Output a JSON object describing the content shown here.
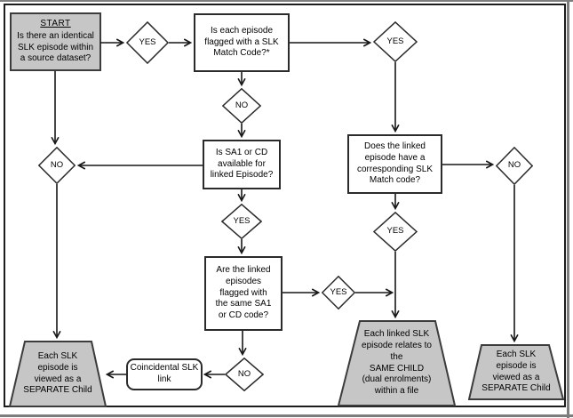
{
  "colors": {
    "canvas_bg": "#ffffff",
    "frame_border": "#1c1c1c",
    "page_edge": "#7d7d7d",
    "shape_fill": "#c6c6c6",
    "shape_border": "#3c3c3c",
    "box_border": "#2b2b2b",
    "line": "#161616",
    "text": "#000000"
  },
  "nodes": {
    "start": {
      "title": "START",
      "body": "Is there an identical\nSLK episode within\na source dataset?"
    },
    "q_flagged": {
      "text": "Is each episode\nflagged with a SLK\nMatch Code?*"
    },
    "q_sa1": {
      "text": "Is SA1 or CD\navailable for\nlinked Episode?"
    },
    "q_linked_match": {
      "text": "Does the linked\nepisode have a\ncorresponding SLK\nMatch code?"
    },
    "q_same_code": {
      "text": "Are the linked\nepisodes\nflagged with\nthe same SA1\nor CD code?"
    },
    "coincidental": {
      "text": "Coincidental SLK\nlink"
    },
    "out_separate_left": {
      "text": "Each SLK\nepisode is\nviewed as a\nSEPARATE Child"
    },
    "out_same_child": {
      "text": "Each linked SLK\nepisode relates to\nthe\nSAME CHILD\n(dual enrolments)\nwithin a file"
    },
    "out_separate_right": {
      "text": "Each SLK\nepisode is\nviewed as a\nSEPARATE Child"
    }
  },
  "decisions": {
    "yes_start": "YES",
    "yes_flagged": "YES",
    "no_flagged": "NO",
    "no_sa1": "NO",
    "yes_sa1": "YES",
    "yes_linked_match": "YES",
    "no_linked_match": "NO",
    "yes_same_code": "YES",
    "no_same_code": "NO"
  }
}
